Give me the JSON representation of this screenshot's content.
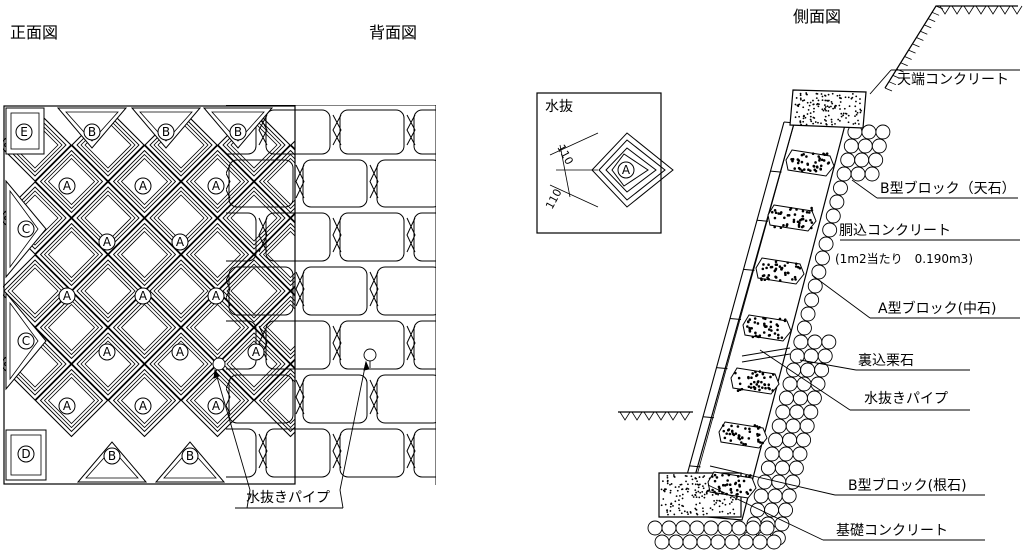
{
  "titles": {
    "front": "正面図",
    "back": "背面図",
    "side": "側面図"
  },
  "front_view": {
    "top_row": [
      "E",
      "B",
      "B",
      "B"
    ],
    "left_column": [
      "C",
      "C",
      "D"
    ],
    "bottom_row": [
      "B",
      "B"
    ],
    "drain_label": "水抜きパイプ"
  },
  "inset": {
    "title": "水抜",
    "dim_top": "110",
    "dim_bottom": "110",
    "block_letter": "A"
  },
  "side_view": {
    "callouts": {
      "top_concrete": "天端コンクリート",
      "b_top": "B型ブロック（天石）",
      "fill_concrete": "胴込コンクリート",
      "fill_note": "(1m2当たり　0.190m3)",
      "a_block": "A型ブロック(中石)",
      "gravel": "裏込栗石",
      "drain": "水抜きパイプ",
      "b_base": "B型ブロック(根石)",
      "foundation": "基礎コンクリート"
    }
  }
}
